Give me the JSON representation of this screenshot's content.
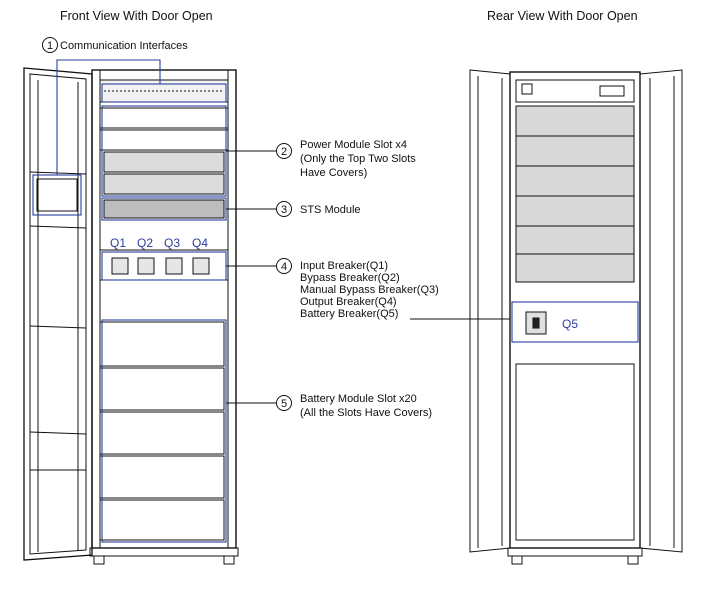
{
  "titles": {
    "front": "Front View With Door Open",
    "rear": "Rear View With Door Open"
  },
  "callouts": [
    {
      "number": "1",
      "lines": [
        "Communication Interfaces"
      ]
    },
    {
      "number": "2",
      "lines": [
        "Power Module Slot x4",
        "(Only the Top Two Slots",
        "Have Covers)"
      ]
    },
    {
      "number": "3",
      "lines": [
        "STS Module"
      ]
    },
    {
      "number": "4",
      "lines": [
        "Input Breaker(Q1)",
        "Bypass Breaker(Q2)",
        "Manual Bypass Breaker(Q3)",
        "Output Breaker(Q4)",
        "Battery Breaker(Q5)"
      ]
    },
    {
      "number": "5",
      "lines": [
        "Battery Module Slot x20",
        "(All the Slots Have Covers)"
      ]
    }
  ],
  "breaker_labels": [
    "Q1",
    "Q2",
    "Q3",
    "Q4"
  ],
  "rear_breaker_label": "Q5",
  "colors": {
    "highlight": "#2b3f9e",
    "line": "#111111"
  }
}
